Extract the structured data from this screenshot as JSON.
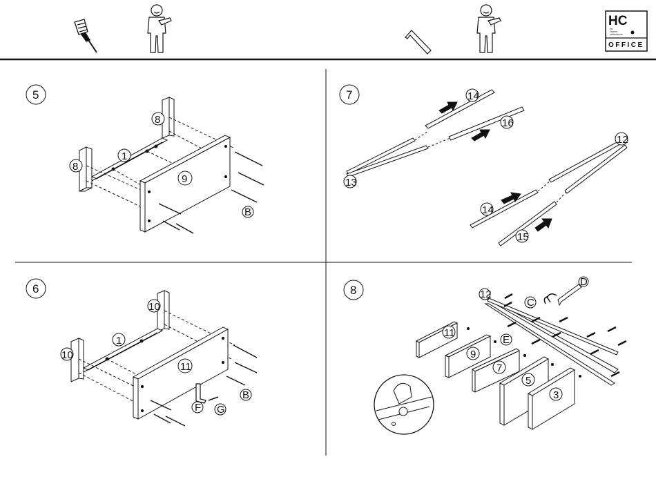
{
  "logo": {
    "mark": "HC",
    "tagline_1": "for",
    "tagline_2": "Home",
    "tagline_3": "collections",
    "word": "OFFICE"
  },
  "tools": {
    "left": [
      "screwdriver-icon",
      "person-icon"
    ],
    "right": [
      "allen-key-icon",
      "person-icon"
    ]
  },
  "steps": {
    "s5": {
      "number": "5",
      "labels": {
        "p8a": "8",
        "p8b": "8",
        "p1": "1",
        "p9": "9",
        "pB": "B"
      }
    },
    "s6": {
      "number": "6",
      "labels": {
        "p10a": "10",
        "p10b": "10",
        "p1": "1",
        "p11": "11",
        "pB": "B",
        "pF": "F",
        "pG": "G"
      }
    },
    "s7": {
      "number": "7",
      "labels": {
        "p14a": "14",
        "p16": "16",
        "p12": "12",
        "p13": "13",
        "p14b": "14",
        "p15": "15"
      }
    },
    "s8": {
      "number": "8",
      "labels": {
        "p12": "12",
        "pC": "C",
        "pD": "D",
        "p11": "11",
        "p9": "9",
        "pE": "E",
        "p7": "7",
        "p5": "5",
        "p3": "3"
      }
    }
  },
  "colors": {
    "line": "#111111",
    "arrow": "#111111",
    "background": "#ffffff"
  }
}
